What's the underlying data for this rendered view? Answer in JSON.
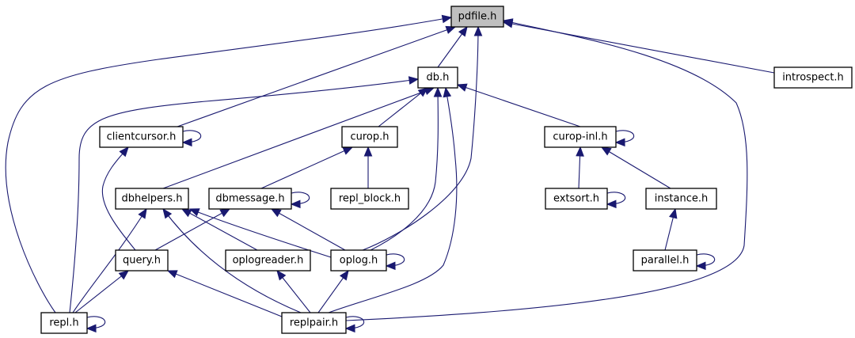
{
  "diagram": {
    "root": "pdfile",
    "nodes": [
      {
        "id": "pdfile",
        "label": "pdfile.h",
        "root": true
      },
      {
        "id": "db",
        "label": "db.h"
      },
      {
        "id": "introspect",
        "label": "introspect.h"
      },
      {
        "id": "clientcursor",
        "label": "clientcursor.h"
      },
      {
        "id": "curop",
        "label": "curop.h"
      },
      {
        "id": "curop_inl",
        "label": "curop-inl.h"
      },
      {
        "id": "dbhelpers",
        "label": "dbhelpers.h"
      },
      {
        "id": "dbmessage",
        "label": "dbmessage.h"
      },
      {
        "id": "repl_block",
        "label": "repl_block.h"
      },
      {
        "id": "extsort",
        "label": "extsort.h"
      },
      {
        "id": "instance",
        "label": "instance.h"
      },
      {
        "id": "query",
        "label": "query.h"
      },
      {
        "id": "oplogreader",
        "label": "oplogreader.h"
      },
      {
        "id": "oplog",
        "label": "oplog.h"
      },
      {
        "id": "parallel",
        "label": "parallel.h"
      },
      {
        "id": "repl",
        "label": "repl.h"
      },
      {
        "id": "replpair",
        "label": "replpair.h"
      }
    ],
    "edges": [
      {
        "from": "db",
        "to": "pdfile"
      },
      {
        "from": "introspect",
        "to": "pdfile"
      },
      {
        "from": "clientcursor",
        "to": "pdfile"
      },
      {
        "from": "oplog",
        "to": "pdfile"
      },
      {
        "from": "repl",
        "to": "pdfile"
      },
      {
        "from": "replpair",
        "to": "pdfile"
      },
      {
        "from": "curop",
        "to": "db"
      },
      {
        "from": "curop_inl",
        "to": "db"
      },
      {
        "from": "dbhelpers",
        "to": "db"
      },
      {
        "from": "oplog",
        "to": "db"
      },
      {
        "from": "replpair",
        "to": "db"
      },
      {
        "from": "repl",
        "to": "db"
      },
      {
        "from": "clientcursor",
        "to": "clientcursor"
      },
      {
        "from": "query",
        "to": "clientcursor"
      },
      {
        "from": "dbmessage",
        "to": "curop"
      },
      {
        "from": "repl_block",
        "to": "curop"
      },
      {
        "from": "curop_inl",
        "to": "curop_inl"
      },
      {
        "from": "extsort",
        "to": "curop_inl"
      },
      {
        "from": "instance",
        "to": "curop_inl"
      },
      {
        "from": "extsort",
        "to": "extsort"
      },
      {
        "from": "parallel",
        "to": "instance"
      },
      {
        "from": "parallel",
        "to": "parallel"
      },
      {
        "from": "dbmessage",
        "to": "dbmessage"
      },
      {
        "from": "query",
        "to": "dbmessage"
      },
      {
        "from": "oplog",
        "to": "dbmessage"
      },
      {
        "from": "repl",
        "to": "dbhelpers"
      },
      {
        "from": "oplogreader",
        "to": "dbhelpers"
      },
      {
        "from": "oplog",
        "to": "dbhelpers"
      },
      {
        "from": "replpair",
        "to": "dbhelpers"
      },
      {
        "from": "oplog",
        "to": "oplog"
      },
      {
        "from": "repl",
        "to": "query"
      },
      {
        "from": "replpair",
        "to": "query"
      },
      {
        "from": "replpair",
        "to": "oplogreader"
      },
      {
        "from": "replpair",
        "to": "oplog"
      },
      {
        "from": "replpair",
        "to": "replpair"
      },
      {
        "from": "repl",
        "to": "repl"
      }
    ]
  }
}
